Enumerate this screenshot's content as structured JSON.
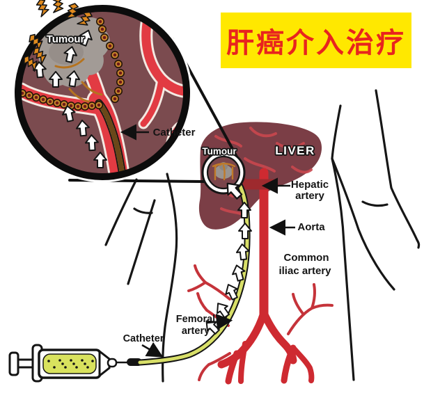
{
  "banner": {
    "text": "肝癌介入治疗",
    "bg_color": "#FFE800",
    "text_color": "#E8241E"
  },
  "inset": {
    "tumour_label": "Tumour",
    "catheter_label": "Catheter"
  },
  "diagram": {
    "tumour_label": "Tumour",
    "liver_label": "LIVER",
    "hepatic_artery_line1": "Hepatic",
    "hepatic_artery_line2": "artery",
    "aorta_label": "Aorta",
    "common_iliac_line1": "Common",
    "common_iliac_line2": "iliac artery",
    "femoral_line1": "Femoral",
    "femoral_line2": "artery",
    "catheter_label": "Catheter"
  },
  "colors": {
    "artery_red": "#CE2A31",
    "hepatic_dark_red": "#9E2A2E",
    "vessel_bright_red": "#E23B43",
    "liver_maroon": "#7B3E46",
    "inset_background": "#7B4B4F",
    "catheter_yellow": "#D8DF68",
    "catheter_inset_tan": "#C99F4E",
    "syringe_fluid": "#D9E25E",
    "bead_orange": "#C8862C",
    "lightning_orange": "#E08A1E",
    "tumour_gray": "#A29B96",
    "outline_black": "#141414"
  },
  "icons": {
    "up_arrow": "white block arrow with black outline pointing toward tumour",
    "lightning": "orange lightning bolt around tumour",
    "bead": "embolization bead: orange ring with dark core",
    "syringe": "syringe injecting through catheter"
  }
}
